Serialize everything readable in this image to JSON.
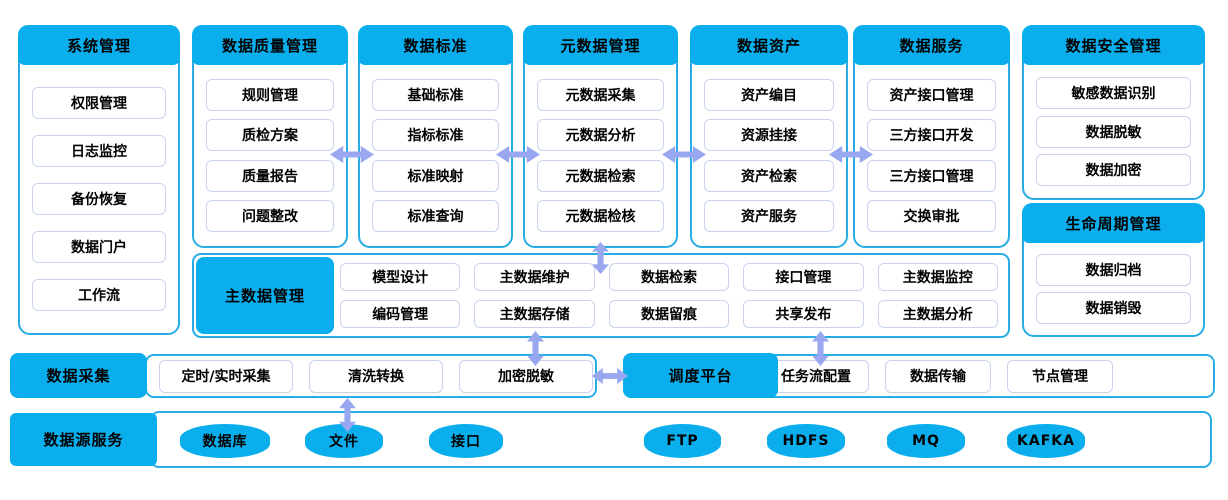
{
  "colors": {
    "primary": "#0aaeec",
    "panel_border": "#27ace6",
    "item_border": "#c9d3f0",
    "arrow": "#98a7ef",
    "text": "#000000"
  },
  "columns": [
    {
      "title": "系统管理",
      "items": [
        "权限管理",
        "日志监控",
        "备份恢复",
        "数据门户",
        "工作流"
      ]
    },
    {
      "title": "数据质量管理",
      "items": [
        "规则管理",
        "质检方案",
        "质量报告",
        "问题整改"
      ]
    },
    {
      "title": "数据标准",
      "items": [
        "基础标准",
        "指标标准",
        "标准映射",
        "标准查询"
      ]
    },
    {
      "title": "元数据管理",
      "items": [
        "元数据采集",
        "元数据分析",
        "元数据检索",
        "元数据检核"
      ]
    },
    {
      "title": "数据资产",
      "items": [
        "资产编目",
        "资源挂接",
        "资产检索",
        "资产服务"
      ]
    },
    {
      "title": "数据服务",
      "items": [
        "资产接口管理",
        "三方接口开发",
        "三方接口管理",
        "交换审批"
      ]
    },
    {
      "title": "数据安全管理",
      "items": [
        "敏感数据识别",
        "数据脱敏",
        "数据加密"
      ]
    },
    {
      "title": "生命周期管理",
      "items": [
        "数据归档",
        "数据销毁"
      ]
    }
  ],
  "master_row": {
    "title": "主数据管理",
    "items": [
      "模型设计",
      "主数据维护",
      "数据检索",
      "接口管理",
      "主数据监控",
      "编码管理",
      "主数据存储",
      "数据留痕",
      "共享发布",
      "主数据分析"
    ]
  },
  "collection_row": {
    "title": "数据采集",
    "items": [
      "定时/实时采集",
      "清洗转换",
      "加密脱敏"
    ]
  },
  "scheduling_row": {
    "title": "调度平台",
    "items": [
      "任务流配置",
      "数据传输",
      "节点管理"
    ]
  },
  "source_row": {
    "title": "数据源服务",
    "items": [
      "数据库",
      "文件",
      "接口",
      "FTP",
      "HDFS",
      "MQ",
      "KAFKA"
    ]
  }
}
